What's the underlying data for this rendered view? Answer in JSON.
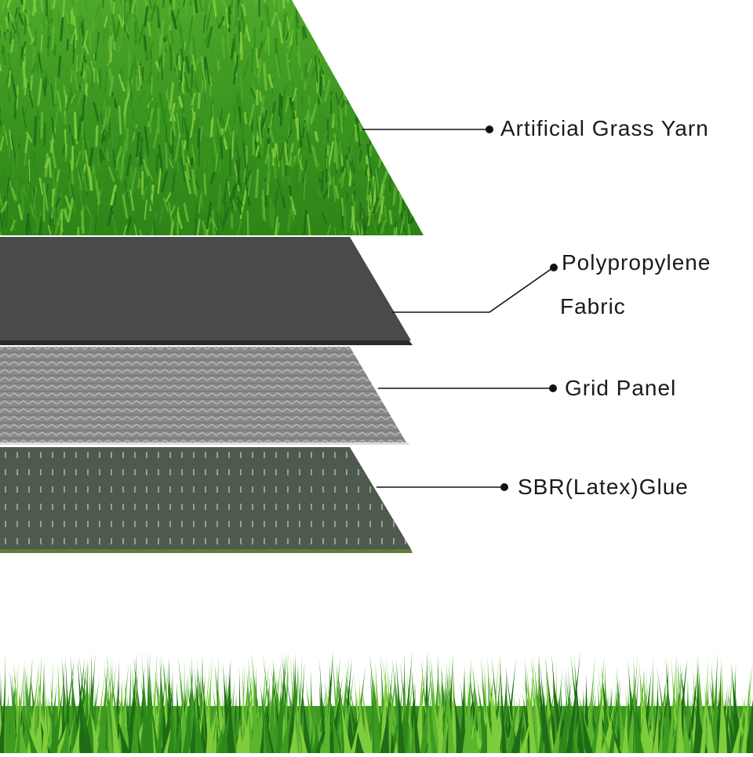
{
  "colors": {
    "background": "#ffffff",
    "grass_dark": "#1f6b16",
    "grass_mid": "#3f9a22",
    "grass_light": "#7fcc3c",
    "fabric": "#4a4a4a",
    "fabric_edge": "#2e2e2e",
    "grid_panel": "#8a8a8a",
    "grid_stripe": "#b4b4b4",
    "glue": "#4d5a4d",
    "glue_dash": "#a8b2a8",
    "leader_line": "#111111"
  },
  "layers": [
    {
      "id": "yarn",
      "label": "Artificial Grass Yarn"
    },
    {
      "id": "fabric",
      "label_lines": [
        "Polypropylene",
        "Fabric"
      ]
    },
    {
      "id": "grid",
      "label": "Grid Panel"
    },
    {
      "id": "glue",
      "label": "SBR(Latex)Glue"
    }
  ]
}
